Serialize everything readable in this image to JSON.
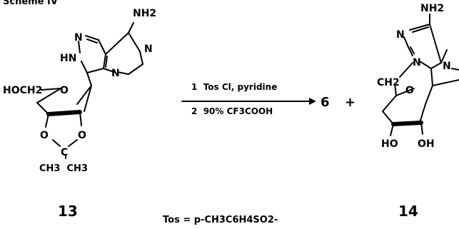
{
  "scheme": {
    "heading": "Scheme IV",
    "reagents": {
      "step1": "1  Tos Cl, pyridine",
      "step2": "2  90% CF3COOH"
    },
    "product_ref": "6",
    "plus": "+",
    "footnote": "Tos = p-CH3C6H4SO2-"
  },
  "compound13": {
    "label": "13",
    "atoms": {
      "nh2": "NH2",
      "n_pyrazole": "N",
      "hn_pyrazole": "HN",
      "n_ring_a": "N",
      "n_ring_b": "N",
      "hoch2": "HOCH2",
      "o_furanose": "O",
      "o_left": "O",
      "o_right": "O",
      "c_acetal": "C",
      "methyls": "CH3  CH3"
    }
  },
  "compound14": {
    "label": "14",
    "atoms": {
      "nh2": "NH2",
      "n_top": "N",
      "n_mid": "N",
      "n_right": "N",
      "ch2": "CH2",
      "o_furanose": "O",
      "ho": "HO",
      "oh": "OH"
    }
  }
}
